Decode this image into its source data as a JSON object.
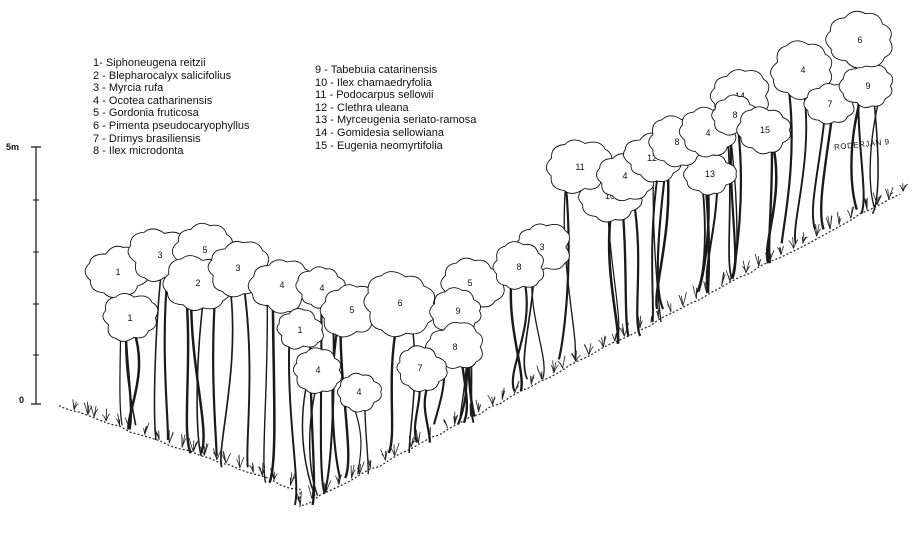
{
  "legend_left": [
    "1- Siphoneugena reitzii",
    "2 - Blepharocalyx salicifolius",
    "3 - Myrcia rufa",
    "4 - Ocotea catharinensis",
    "5 - Gordonia fruticosa",
    "6 - Pimenta pseudocaryophyllus",
    "7 - Drimys brasiliensis",
    "8 - Ilex microdonta"
  ],
  "legend_right": [
    "9 - Tabebuia catarinensis",
    "10 - Ilex chamaedryfolia",
    "11 - Podocarpus sellowii",
    "12 - Clethra uleana",
    "13 - Myrceugenia seriato-ramosa",
    "14 - Gomidesia sellowiana",
    "15 - Eugenia neomyrtifolia"
  ],
  "scale": {
    "top_label": "5m",
    "bottom_label": "0"
  },
  "signature": "RODERJAN 9",
  "crown_labels": [
    "1",
    "3",
    "5",
    "2",
    "3",
    "4",
    "4",
    "5",
    "6",
    "5",
    "9",
    "8",
    "3",
    "8",
    "10",
    "11",
    "4",
    "12",
    "13",
    "8",
    "4",
    "14",
    "8",
    "15",
    "4",
    "7",
    "9",
    "6",
    "1",
    "4",
    "4",
    "7",
    "1"
  ]
}
